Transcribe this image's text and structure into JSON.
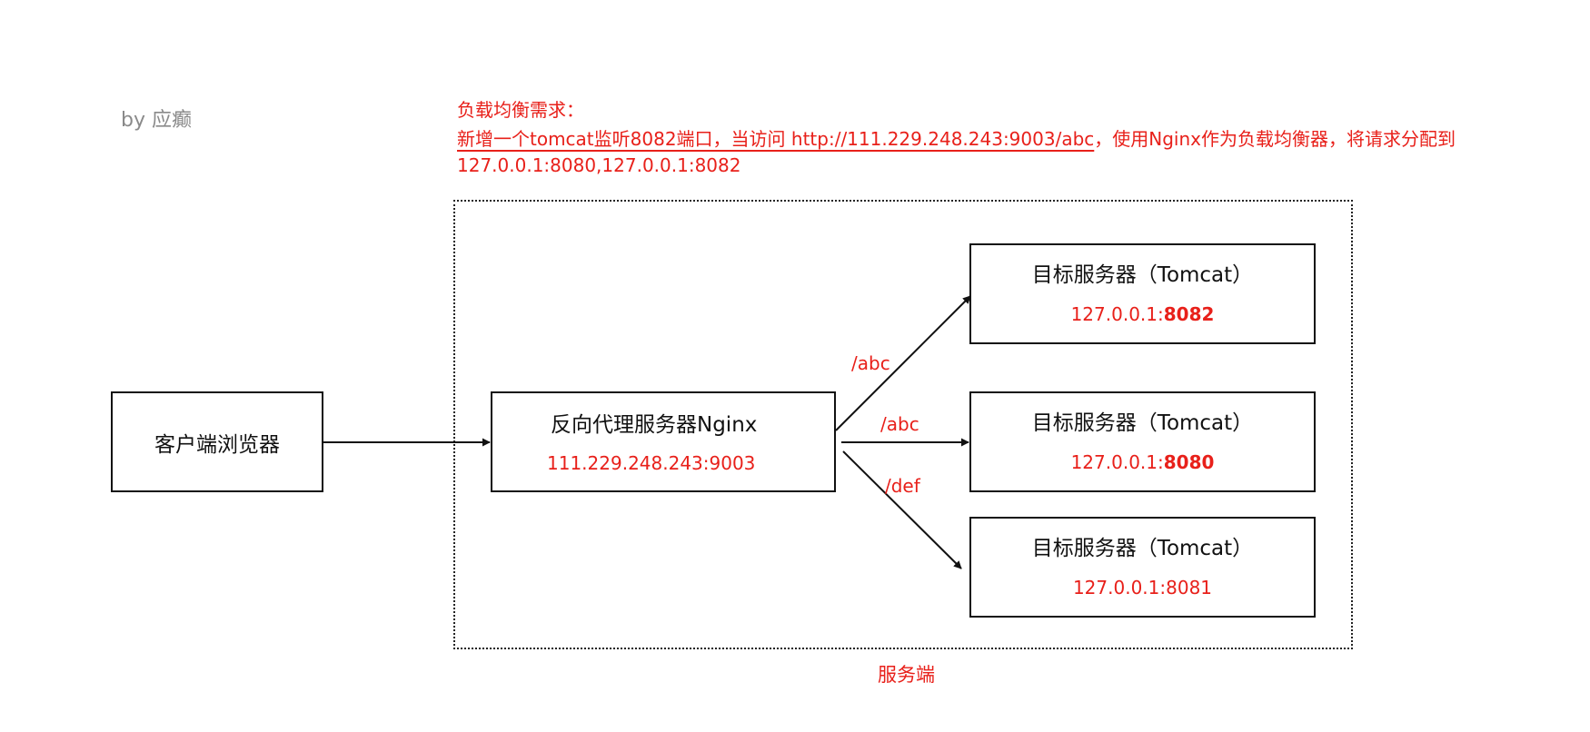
{
  "author": "by 应癫",
  "requirement": {
    "title": "负载均衡需求：",
    "line1_underlined": "新增一个tomcat监听8082端口，当访问 http://111.229.248.243:9003/abc",
    "line1_rest": "，使用Nginx作为负载均衡器，将请求分配到",
    "line2": "127.0.0.1:8080,127.0.0.1:8082"
  },
  "client": {
    "label": "客户端浏览器"
  },
  "nginx": {
    "name": "反向代理服务器Nginx",
    "address": "111.229.248.243:9003"
  },
  "servers": [
    {
      "name": "目标服务器（Tomcat）",
      "host": "127.0.0.1:",
      "port": "8082",
      "port_bold": true
    },
    {
      "name": "目标服务器（Tomcat）",
      "host": "127.0.0.1:",
      "port": "8080",
      "port_bold": true
    },
    {
      "name": "目标服务器（Tomcat）",
      "host": "127.0.0.1:",
      "port": "8081",
      "port_bold": false
    }
  ],
  "routes": [
    "/abc",
    "/abc",
    "/def"
  ],
  "server_zone_label": "服务端",
  "colors": {
    "accent": "#e8201a",
    "text": "#111111",
    "muted": "#8a8a8a"
  }
}
